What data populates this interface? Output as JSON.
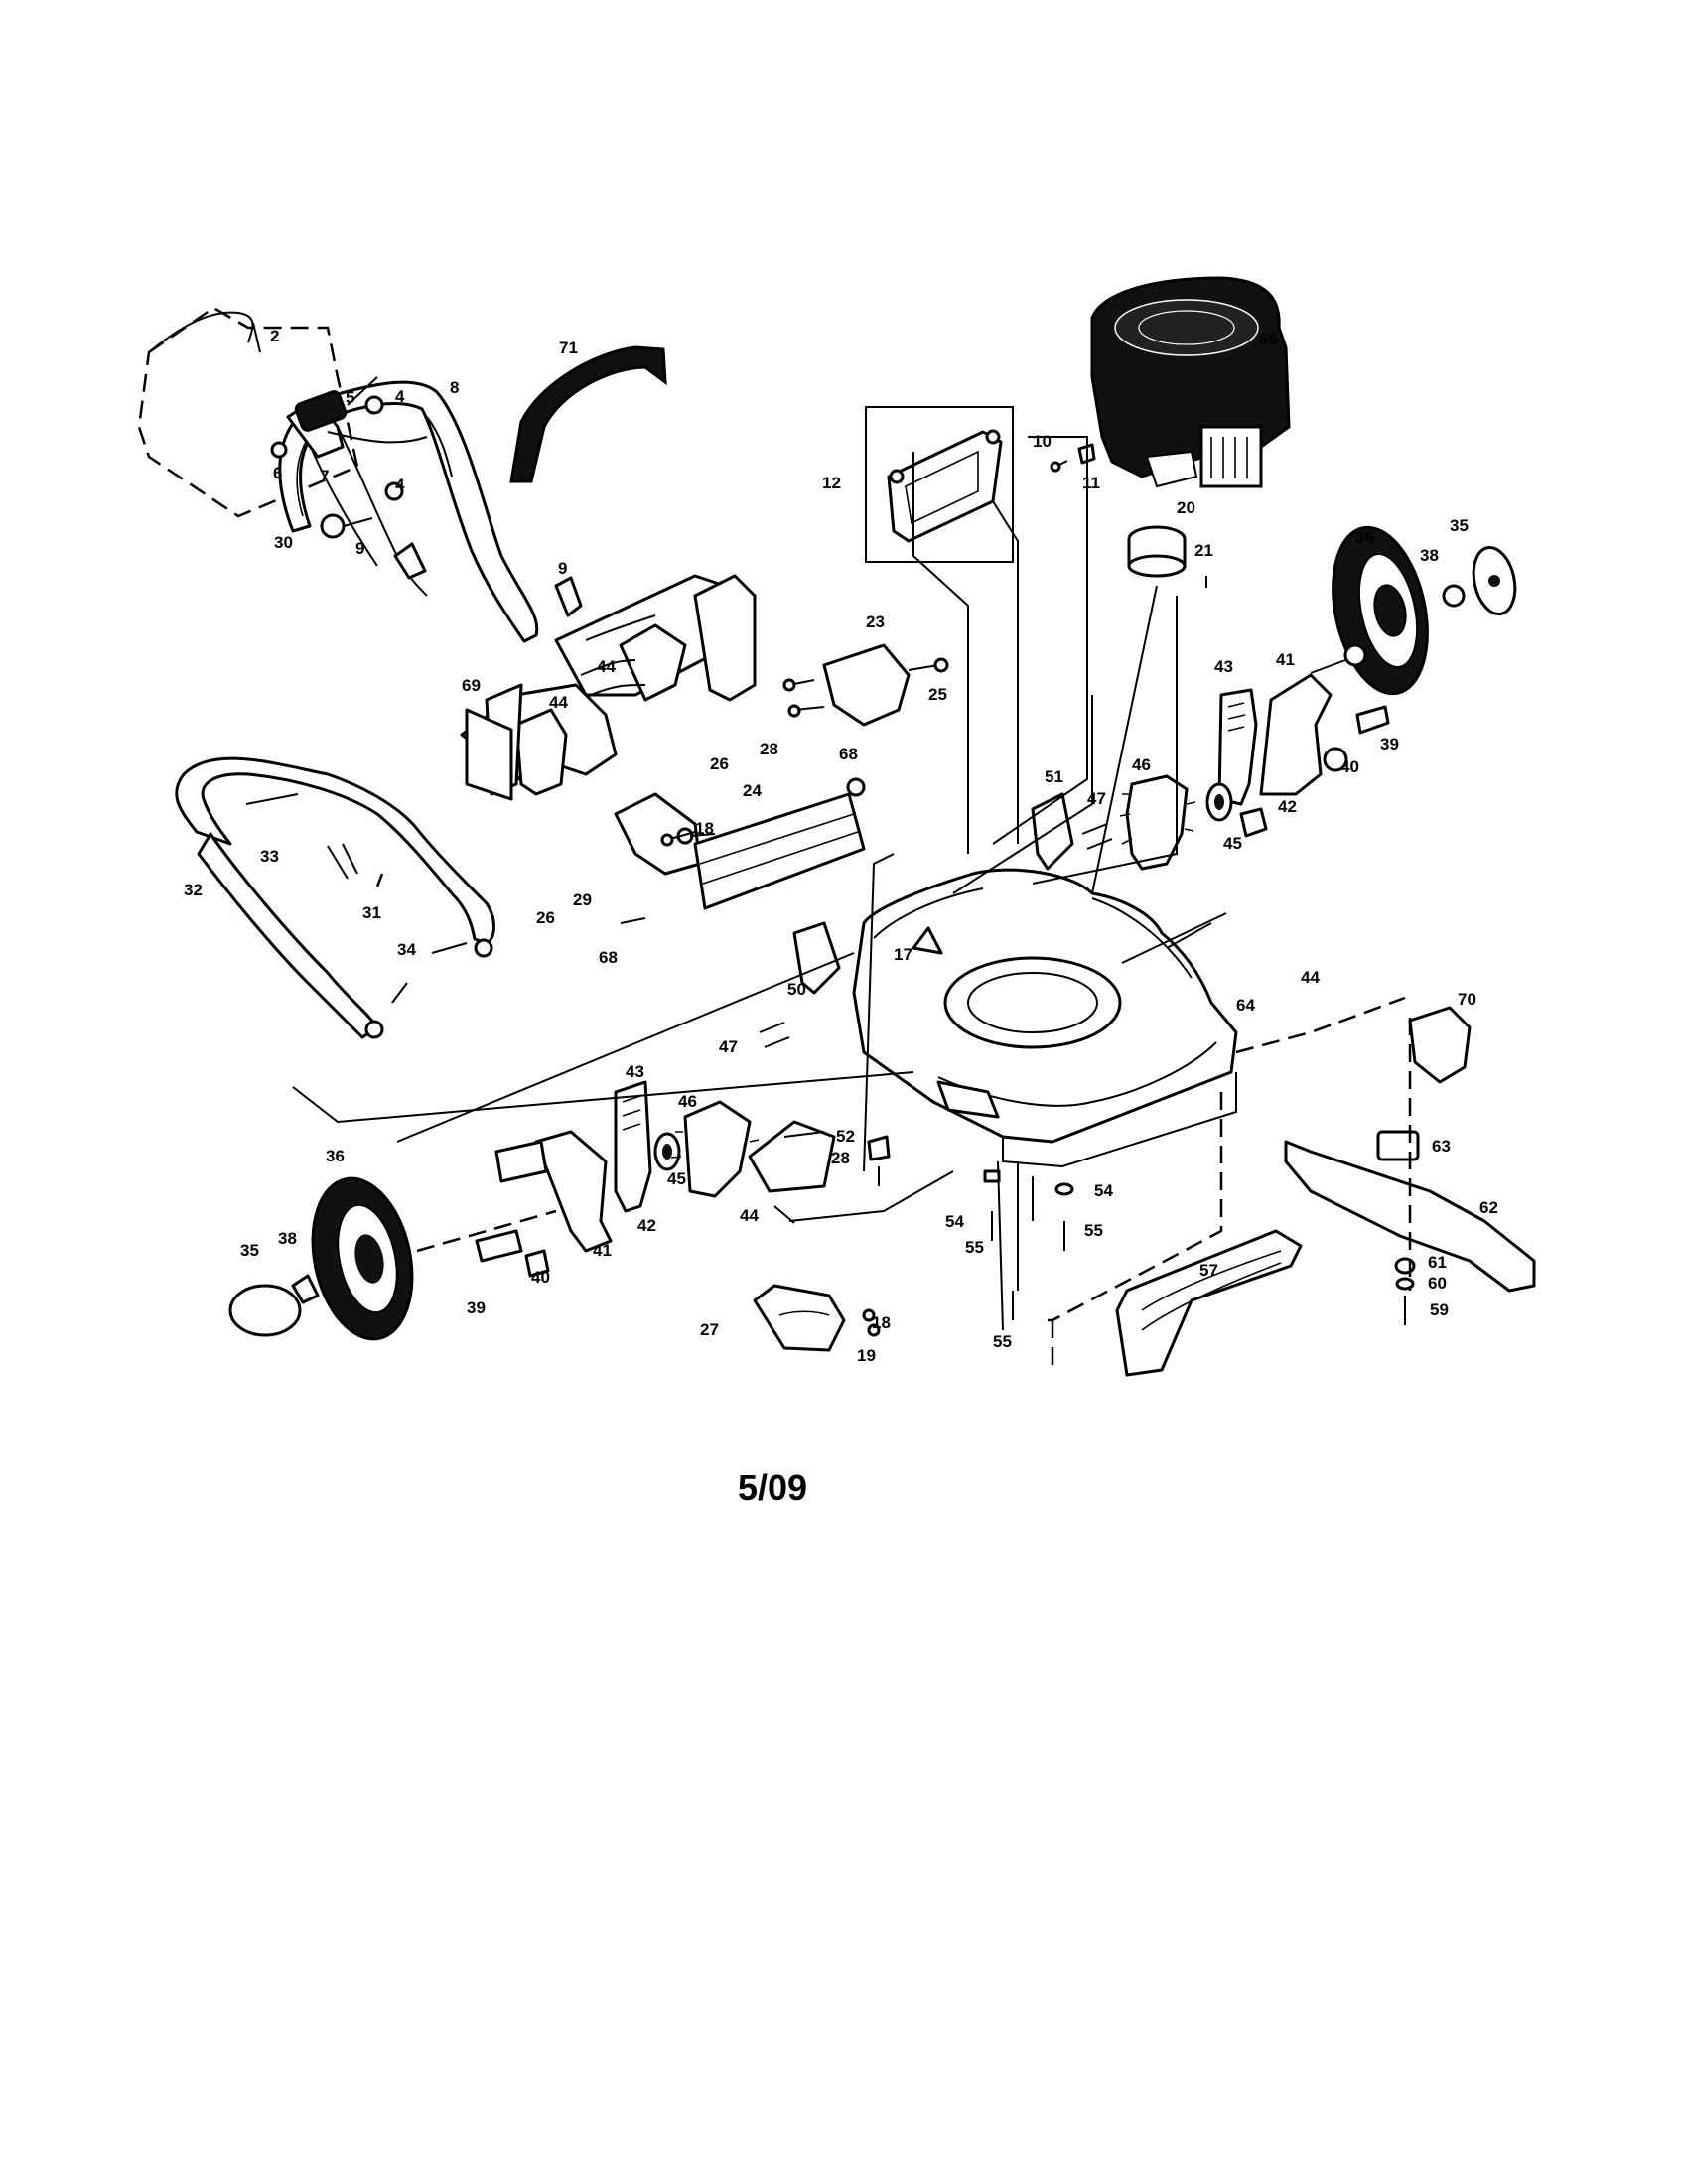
{
  "diagram": {
    "date_code": "5/09",
    "parts": [
      {
        "key": "p2",
        "label": "2"
      },
      {
        "key": "p4a",
        "label": "4"
      },
      {
        "key": "p4b",
        "label": "4"
      },
      {
        "key": "p5",
        "label": "5"
      },
      {
        "key": "p6",
        "label": "6"
      },
      {
        "key": "p7",
        "label": "7"
      },
      {
        "key": "p8",
        "label": "8"
      },
      {
        "key": "p9a",
        "label": "9"
      },
      {
        "key": "p9b",
        "label": "9"
      },
      {
        "key": "p10",
        "label": "10"
      },
      {
        "key": "p11",
        "label": "11"
      },
      {
        "key": "p12",
        "label": "12"
      },
      {
        "key": "p17",
        "label": "17"
      },
      {
        "key": "p18",
        "label": "18"
      },
      {
        "key": "p18b",
        "label": "18"
      },
      {
        "key": "p19",
        "label": "19"
      },
      {
        "key": "p20",
        "label": "20"
      },
      {
        "key": "p21",
        "label": "21"
      },
      {
        "key": "p23",
        "label": "23"
      },
      {
        "key": "p24",
        "label": "24"
      },
      {
        "key": "p25",
        "label": "25"
      },
      {
        "key": "p26a",
        "label": "26"
      },
      {
        "key": "p26b",
        "label": "26"
      },
      {
        "key": "p27",
        "label": "27"
      },
      {
        "key": "p28a",
        "label": "28"
      },
      {
        "key": "p28b",
        "label": "28"
      },
      {
        "key": "p29",
        "label": "29"
      },
      {
        "key": "p30",
        "label": "30"
      },
      {
        "key": "p31",
        "label": "31"
      },
      {
        "key": "p32",
        "label": "32"
      },
      {
        "key": "p33",
        "label": "33"
      },
      {
        "key": "p34",
        "label": "34"
      },
      {
        "key": "p35a",
        "label": "35"
      },
      {
        "key": "p35b",
        "label": "35"
      },
      {
        "key": "p36a",
        "label": "36"
      },
      {
        "key": "p36b",
        "label": "36"
      },
      {
        "key": "p38a",
        "label": "38"
      },
      {
        "key": "p38b",
        "label": "38"
      },
      {
        "key": "p39a",
        "label": "39"
      },
      {
        "key": "p39b",
        "label": "39"
      },
      {
        "key": "p40a",
        "label": "40"
      },
      {
        "key": "p40b",
        "label": "40"
      },
      {
        "key": "p41a",
        "label": "41"
      },
      {
        "key": "p41b",
        "label": "41"
      },
      {
        "key": "p42a",
        "label": "42"
      },
      {
        "key": "p42b",
        "label": "42"
      },
      {
        "key": "p43a",
        "label": "43"
      },
      {
        "key": "p43b",
        "label": "43"
      },
      {
        "key": "p44a",
        "label": "44"
      },
      {
        "key": "p44b",
        "label": "44"
      },
      {
        "key": "p44c",
        "label": "44"
      },
      {
        "key": "p44d",
        "label": "44"
      },
      {
        "key": "p45a",
        "label": "45"
      },
      {
        "key": "p45b",
        "label": "45"
      },
      {
        "key": "p46a",
        "label": "46"
      },
      {
        "key": "p46b",
        "label": "46"
      },
      {
        "key": "p47a",
        "label": "47"
      },
      {
        "key": "p47b",
        "label": "47"
      },
      {
        "key": "p50",
        "label": "50"
      },
      {
        "key": "p51",
        "label": "51"
      },
      {
        "key": "p52",
        "label": "52"
      },
      {
        "key": "p54a",
        "label": "54"
      },
      {
        "key": "p54b",
        "label": "54"
      },
      {
        "key": "p55a",
        "label": "55"
      },
      {
        "key": "p55b",
        "label": "55"
      },
      {
        "key": "p55c",
        "label": "55"
      },
      {
        "key": "p57",
        "label": "57"
      },
      {
        "key": "p59",
        "label": "59"
      },
      {
        "key": "p60",
        "label": "60"
      },
      {
        "key": "p61",
        "label": "61"
      },
      {
        "key": "p62",
        "label": "62"
      },
      {
        "key": "p63",
        "label": "63"
      },
      {
        "key": "p64",
        "label": "64"
      },
      {
        "key": "p65",
        "label": "65"
      },
      {
        "key": "p68a",
        "label": "68"
      },
      {
        "key": "p68b",
        "label": "68"
      },
      {
        "key": "p69",
        "label": "69"
      },
      {
        "key": "p70",
        "label": "70"
      },
      {
        "key": "p71",
        "label": "71"
      }
    ]
  }
}
